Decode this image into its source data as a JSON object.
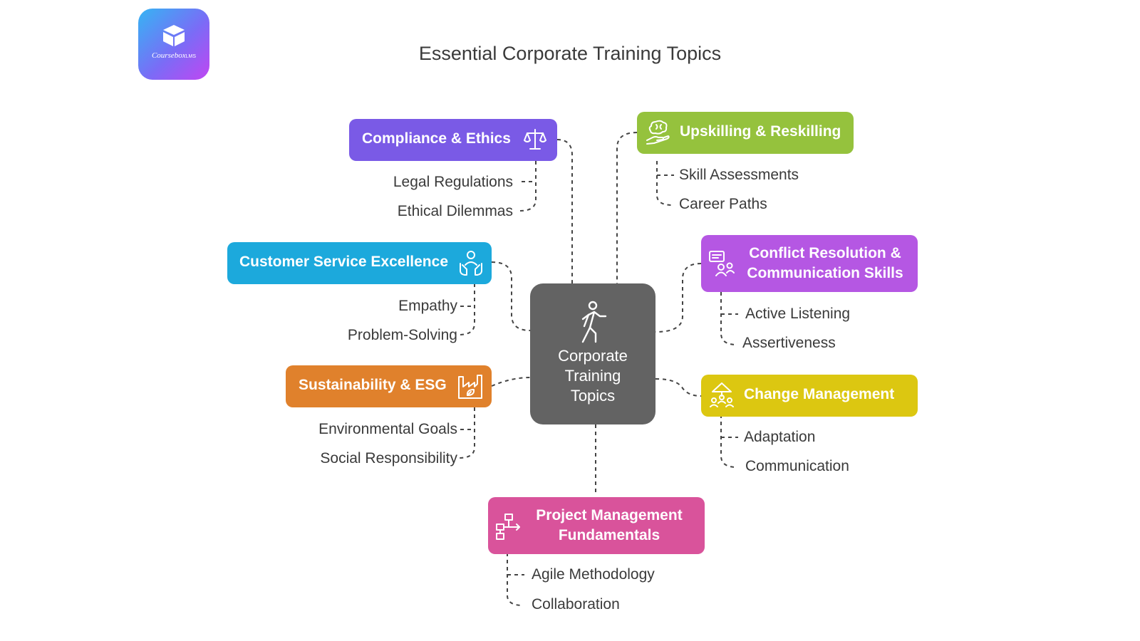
{
  "title": "Essential Corporate Training Topics",
  "logo": {
    "name": "Coursebox",
    "tag": "LMS"
  },
  "center": {
    "label": "Corporate\nTraining\nTopics",
    "color": "#636363"
  },
  "topics": [
    {
      "label": "Compliance & Ethics",
      "color": "#7a5ae6",
      "icon": "scales-icon",
      "subs": [
        "Legal Regulations",
        "Ethical Dilemmas"
      ]
    },
    {
      "label": "Upskilling & Reskilling",
      "color": "#95c23d",
      "icon": "brain-hand-icon",
      "subs": [
        "Skill Assessments",
        "Career Paths"
      ]
    },
    {
      "label": "Customer Service Excellence",
      "color": "#1ca9dc",
      "icon": "support-person-icon",
      "subs": [
        "Empathy",
        "Problem-Solving"
      ]
    },
    {
      "label": "Conflict Resolution &\nCommunication Skills",
      "color": "#b557e3",
      "icon": "discussion-icon",
      "subs": [
        "Active Listening",
        "Assertiveness"
      ]
    },
    {
      "label": "Sustainability & ESG",
      "color": "#e0812c",
      "icon": "eco-factory-icon",
      "subs": [
        "Environmental Goals",
        "Social Responsibility"
      ]
    },
    {
      "label": "Change Management",
      "color": "#dcc711",
      "icon": "team-growth-icon",
      "subs": [
        "Adaptation",
        "Communication"
      ]
    },
    {
      "label": "Project Management\nFundamentals",
      "color": "#d9539b",
      "icon": "flowchart-icon",
      "subs": [
        "Agile Methodology",
        "Collaboration"
      ]
    }
  ]
}
